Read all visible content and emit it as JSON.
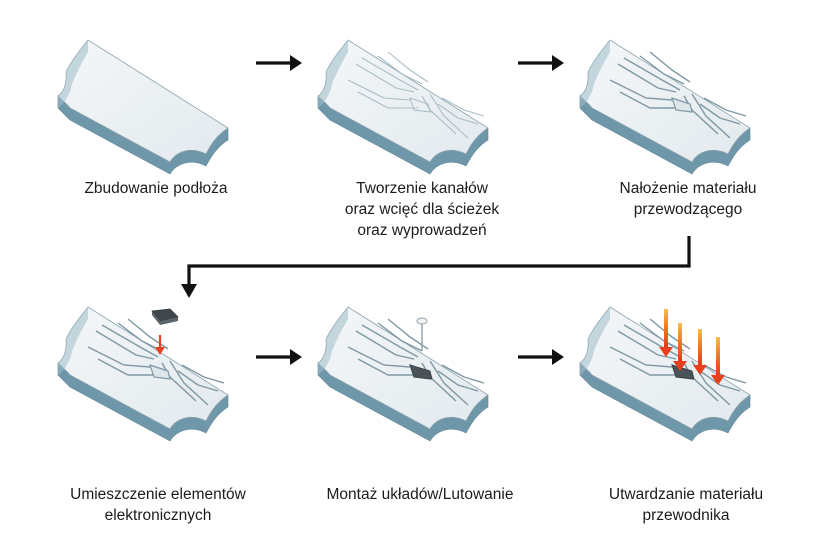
{
  "colors": {
    "top_surface": "#eef2f4",
    "top_shade": "#dfe6ea",
    "front_face": "#6f97aa",
    "side_face": "#9fbcc9",
    "edge_line": "#7f9aa6",
    "trace_line": "#a8bdc7",
    "arrow": "#111111",
    "chip": "#4a5458",
    "heat_arrow": "#e8401c",
    "heat_arrow_tail": "#f5b42a"
  },
  "steps": [
    {
      "lines": [
        "Zbudowanie podłoża"
      ]
    },
    {
      "lines": [
        "Tworzenie kanałów",
        "oraz wcięć dla ścieżek",
        "oraz wyprowadzeń"
      ]
    },
    {
      "lines": [
        "Nałożenie materiału",
        "przewodzącego"
      ]
    },
    {
      "lines": [
        "Umieszczenie elementów",
        "elektronicznych"
      ]
    },
    {
      "lines": [
        "Montaż układów/Lutowanie"
      ]
    },
    {
      "lines": [
        "Utwardzanie materiału",
        "przewodnika"
      ]
    }
  ],
  "arrows": [
    "right-arrow",
    "right-arrow",
    "return-arrow",
    "right-arrow",
    "right-arrow"
  ]
}
